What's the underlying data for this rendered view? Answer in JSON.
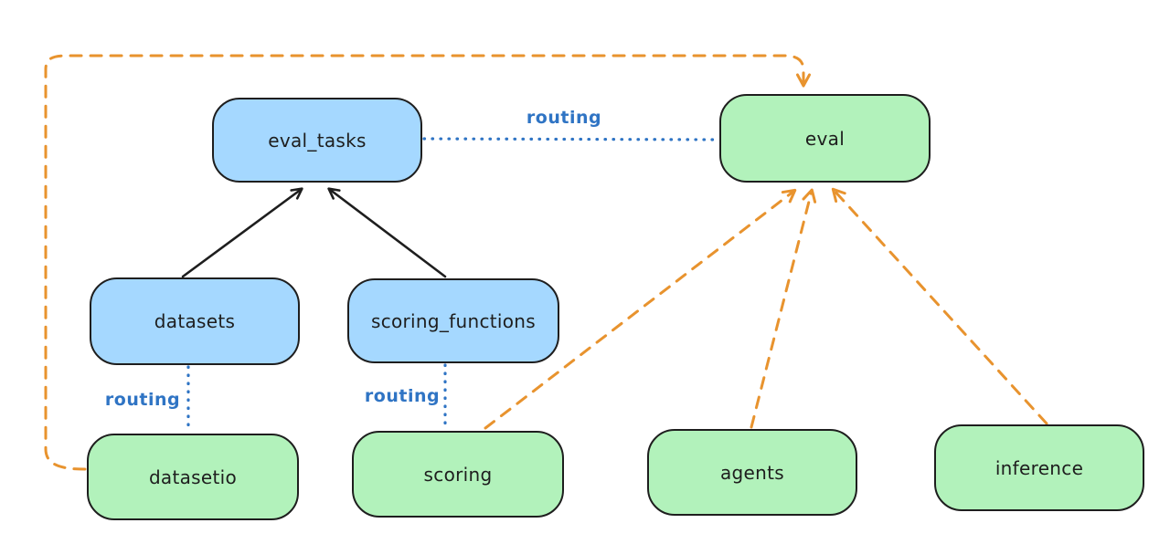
{
  "diagram": {
    "background_color": "#ffffff",
    "colors": {
      "node_border": "#1e1e1e",
      "blue_node_fill": "#a5d8ff",
      "green_node_fill": "#b2f2bb",
      "solid_arrow": "#1e1e1e",
      "dashed_arrow_orange": "#e8932e",
      "routing_blue": "#2f74c4"
    },
    "nodes": [
      {
        "id": "eval_tasks",
        "label": "eval_tasks",
        "color": "blue"
      },
      {
        "id": "eval",
        "label": "eval",
        "color": "green"
      },
      {
        "id": "datasets",
        "label": "datasets",
        "color": "blue"
      },
      {
        "id": "scoring_functions",
        "label": "scoring_functions",
        "color": "blue"
      },
      {
        "id": "datasetio",
        "label": "datasetio",
        "color": "green"
      },
      {
        "id": "scoring",
        "label": "scoring",
        "color": "green"
      },
      {
        "id": "agents",
        "label": "agents",
        "color": "green"
      },
      {
        "id": "inference",
        "label": "inference",
        "color": "green"
      }
    ],
    "edges": [
      {
        "from": "datasets",
        "to": "eval_tasks",
        "style": "solid-black-arrow",
        "label": ""
      },
      {
        "from": "scoring_functions",
        "to": "eval_tasks",
        "style": "solid-black-arrow",
        "label": ""
      },
      {
        "from": "eval_tasks",
        "to": "eval",
        "style": "dotted-blue",
        "label": "routing"
      },
      {
        "from": "datasets",
        "to": "datasetio",
        "style": "dotted-blue",
        "label": "routing"
      },
      {
        "from": "scoring_functions",
        "to": "scoring",
        "style": "dotted-blue",
        "label": "routing"
      },
      {
        "from": "datasetio",
        "to": "eval",
        "style": "dashed-orange-arrow",
        "label": ""
      },
      {
        "from": "scoring",
        "to": "eval",
        "style": "dashed-orange-arrow",
        "label": ""
      },
      {
        "from": "agents",
        "to": "eval",
        "style": "dashed-orange-arrow",
        "label": ""
      },
      {
        "from": "inference",
        "to": "eval",
        "style": "dashed-orange-arrow",
        "label": ""
      }
    ]
  }
}
